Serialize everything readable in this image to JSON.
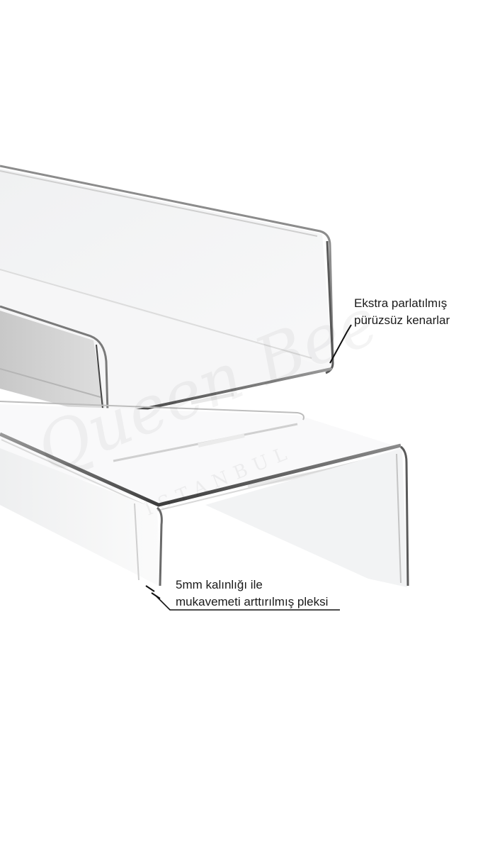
{
  "image": {
    "background": "#ffffff",
    "subject": "clear-acrylic-shelf"
  },
  "callouts": {
    "edges": {
      "line1": "Ekstra parlatılmış",
      "line2": "pürüzsüz kenarlar"
    },
    "thickness": {
      "line1": "5mm kalınlığı ile",
      "line2": "mukavemeti arttırılmış pleksi"
    }
  },
  "watermark": {
    "script": "Queen Bee",
    "caps": "ISTANBUL"
  },
  "colors": {
    "text": "#1a1a1a",
    "pointer": "#111111",
    "acrylic_edge": "#5a5a5a",
    "acrylic_face": "#f3f4f5"
  }
}
